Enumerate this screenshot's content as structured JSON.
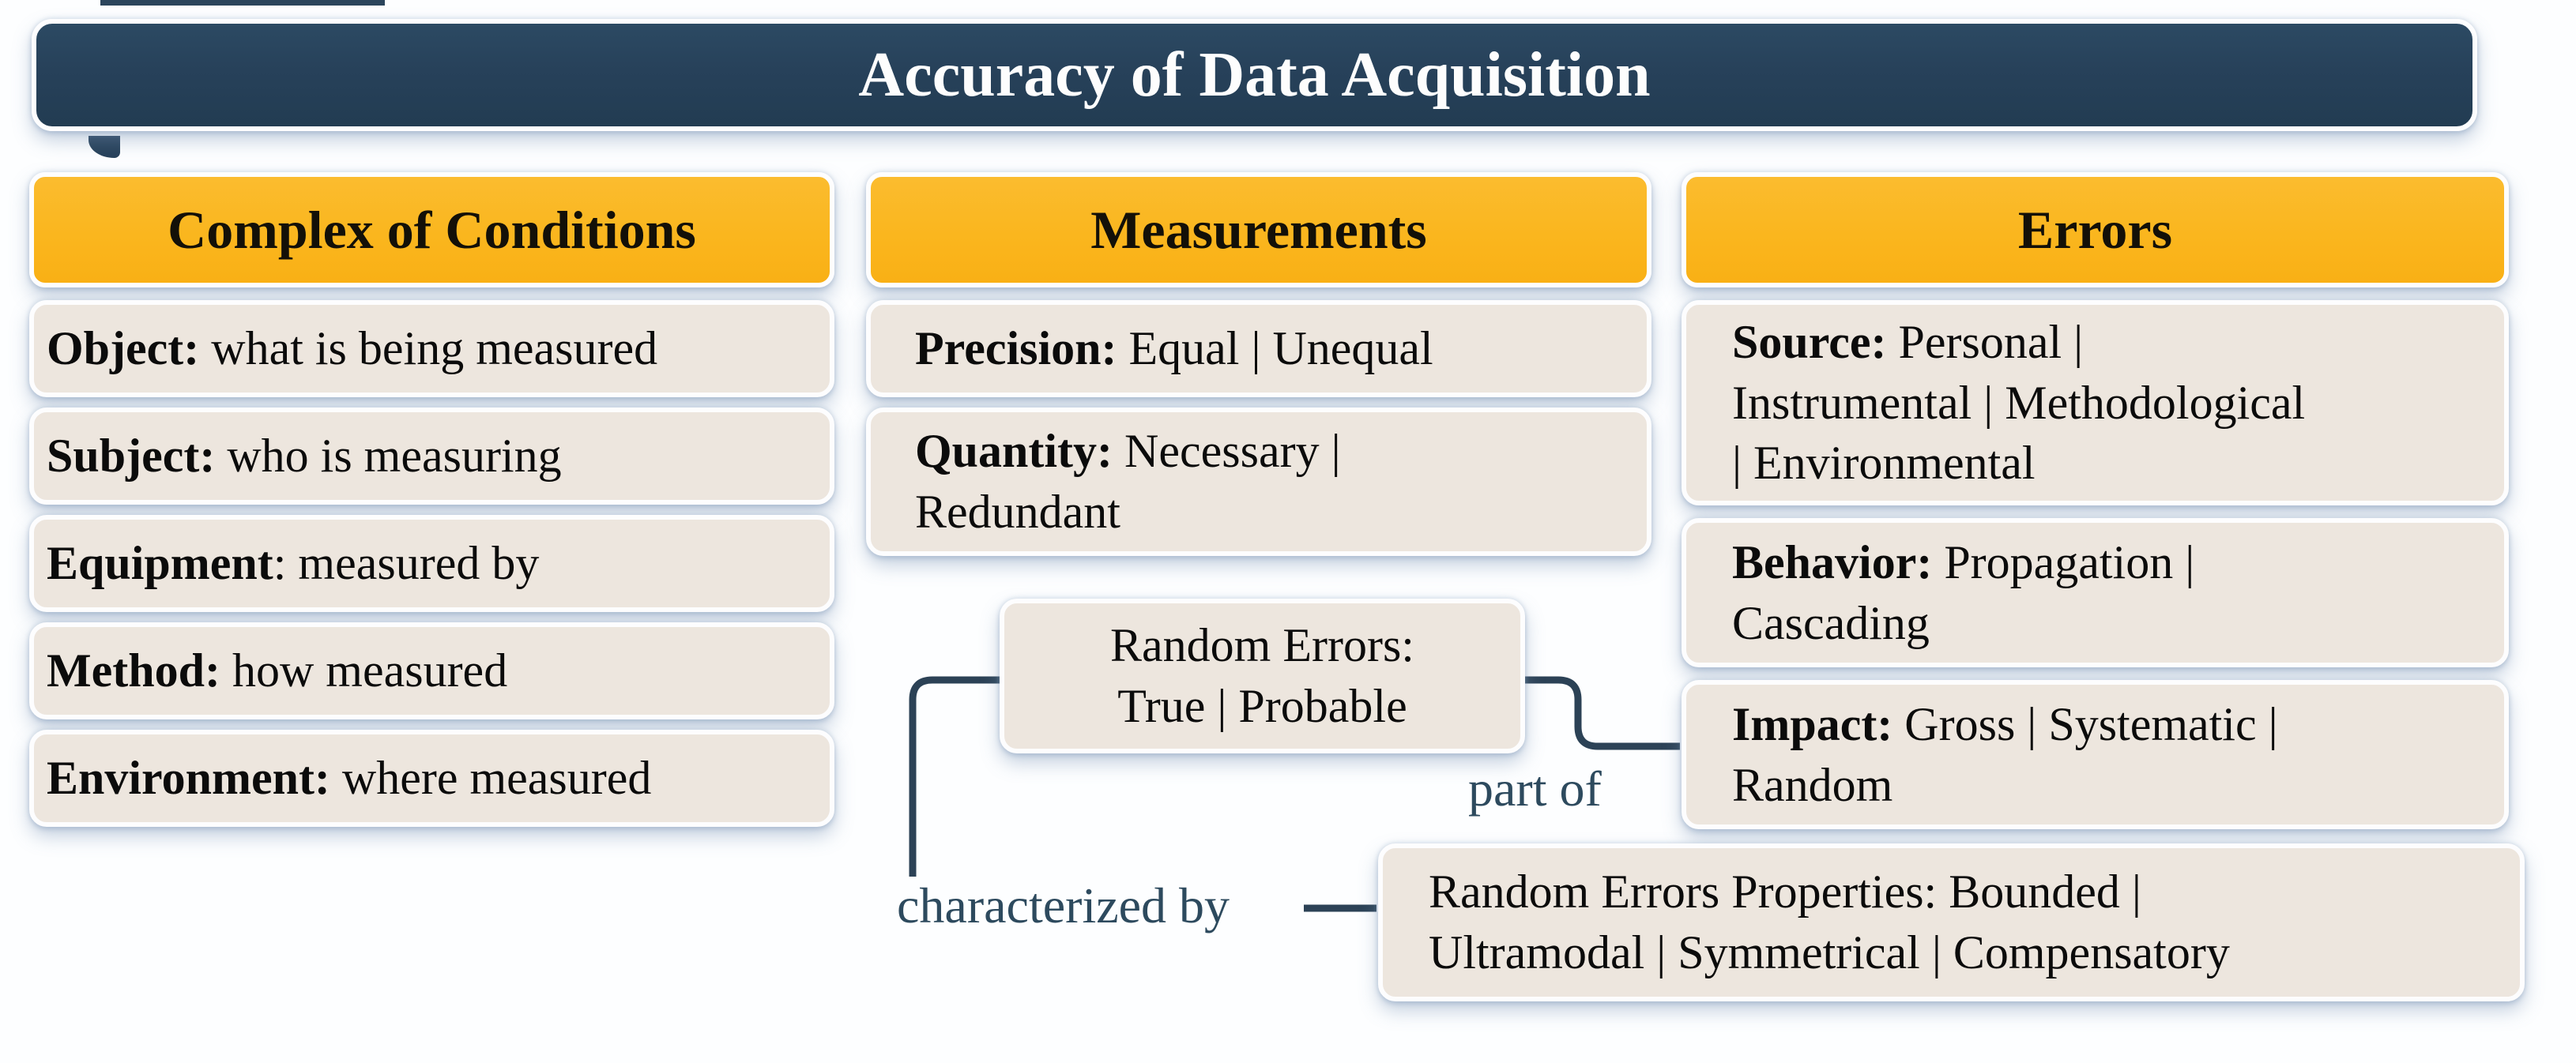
{
  "title": "Accuracy of Data Acquisition",
  "columns": [
    {
      "header": "Complex of Conditions",
      "items": [
        {
          "label": "Object:",
          "text": " what is being measured"
        },
        {
          "label": "Subject:",
          "text": " who is measuring"
        },
        {
          "label": "Equipment",
          "text": ": measured by"
        },
        {
          "label": "Method:",
          "text": " how measured"
        },
        {
          "label": "Environment:",
          "text": " where measured"
        }
      ]
    },
    {
      "header": "Measurements",
      "items": [
        {
          "label": "Precision:",
          "text": " Equal | Unequal"
        },
        {
          "label": "Quantity:",
          "text": " Necessary |\nRedundant"
        }
      ]
    },
    {
      "header": "Errors",
      "items": [
        {
          "label": "Source:",
          "text": " Personal |\nInstrumental | Methodological\n| Environmental"
        },
        {
          "label": "Behavior:",
          "text": " Propagation |\nCascading"
        },
        {
          "label": "Impact:",
          "text": " Gross | Systematic |\nRandom"
        }
      ]
    }
  ],
  "random_errors_box": {
    "text": "Random Errors:\nTrue | Probable"
  },
  "properties_box": {
    "text": "Random Errors Properties: Bounded |\nUltramodal | Symmetrical | Compensatory"
  },
  "connector_labels": {
    "part_of": "part of",
    "characterized_by": "characterized by"
  },
  "colors": {
    "title_bar": "#27415A",
    "header_fill": "#FAB61E",
    "box_fill": "#EDE6DE",
    "connector": "#2C4256",
    "label_text": "#2D4A5E",
    "body_text": "#0B0B0B",
    "title_text": "#FDFDFD"
  }
}
